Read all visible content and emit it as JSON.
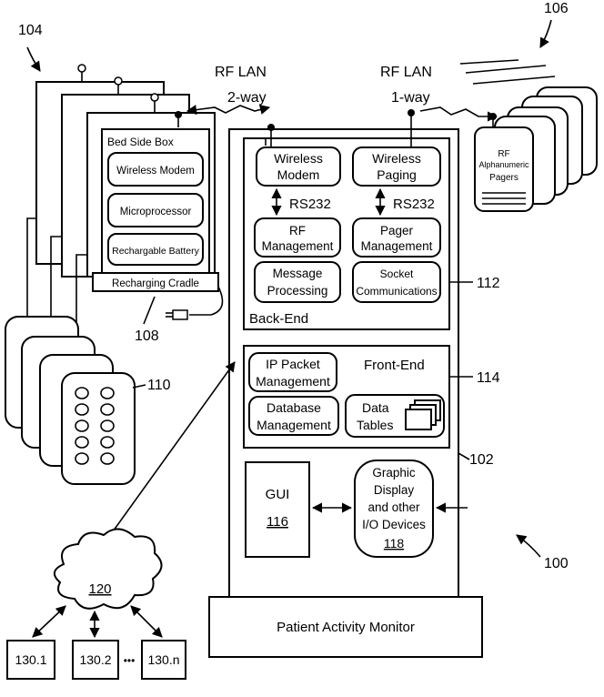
{
  "refs": {
    "r104": "104",
    "r106": "106",
    "r100": "100",
    "r102": "102",
    "r108": "108",
    "r110": "110",
    "r112": "112",
    "r114": "114"
  },
  "rf": {
    "left_title": "RF LAN",
    "left_mode": "2-way",
    "right_title": "RF LAN",
    "right_mode": "1-way"
  },
  "bedside": {
    "title": "Bed Side Box",
    "modem": "Wireless Modem",
    "micro": "Microprocessor",
    "battery": "Rechargable Battery",
    "cradle": "Recharging Cradle"
  },
  "pagers": {
    "line1": "RF",
    "line2": "Alphanumeric",
    "line3": "Pagers"
  },
  "backend": {
    "label": "Back-End",
    "wireless_modem": [
      "Wireless",
      "Modem"
    ],
    "wireless_paging": [
      "Wireless",
      "Paging"
    ],
    "rs232_left": "RS232",
    "rs232_right": "RS232",
    "rf_mgmt": [
      "RF",
      "Management"
    ],
    "pager_mgmt": [
      "Pager",
      "Management"
    ],
    "msg_proc": [
      "Message",
      "Processing"
    ],
    "socket_comm": [
      "Socket",
      "Communications"
    ]
  },
  "frontend": {
    "label": "Front-End",
    "ip_packet": [
      "IP Packet",
      "Management"
    ],
    "database": [
      "Database",
      "Management"
    ],
    "data_tables": [
      "Data",
      "Tables"
    ]
  },
  "gui": {
    "label": "GUI",
    "ref": "116"
  },
  "display": {
    "lines": [
      "Graphic",
      "Display",
      "and other",
      "I/O Devices"
    ],
    "ref": "118"
  },
  "network": {
    "ref": "120"
  },
  "nodes": {
    "n1": "130.1",
    "n2": "130.2",
    "dots": "•••",
    "nn": "130.n"
  },
  "monitor": {
    "label": "Patient Activity Monitor"
  }
}
